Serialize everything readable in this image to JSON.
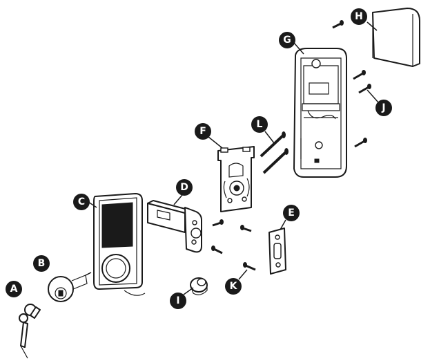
{
  "callouts": [
    {
      "id": "A",
      "label": "A"
    },
    {
      "id": "B",
      "label": "B"
    },
    {
      "id": "C",
      "label": "C"
    },
    {
      "id": "D",
      "label": "D"
    },
    {
      "id": "E",
      "label": "E"
    },
    {
      "id": "F",
      "label": "F"
    },
    {
      "id": "G",
      "label": "G"
    },
    {
      "id": "H",
      "label": "H"
    },
    {
      "id": "I",
      "label": "I"
    },
    {
      "id": "J",
      "label": "J"
    },
    {
      "id": "K",
      "label": "K"
    },
    {
      "id": "L",
      "label": "L"
    }
  ],
  "colors": {
    "ink": "#1a1a1a",
    "paper": "#ffffff"
  }
}
